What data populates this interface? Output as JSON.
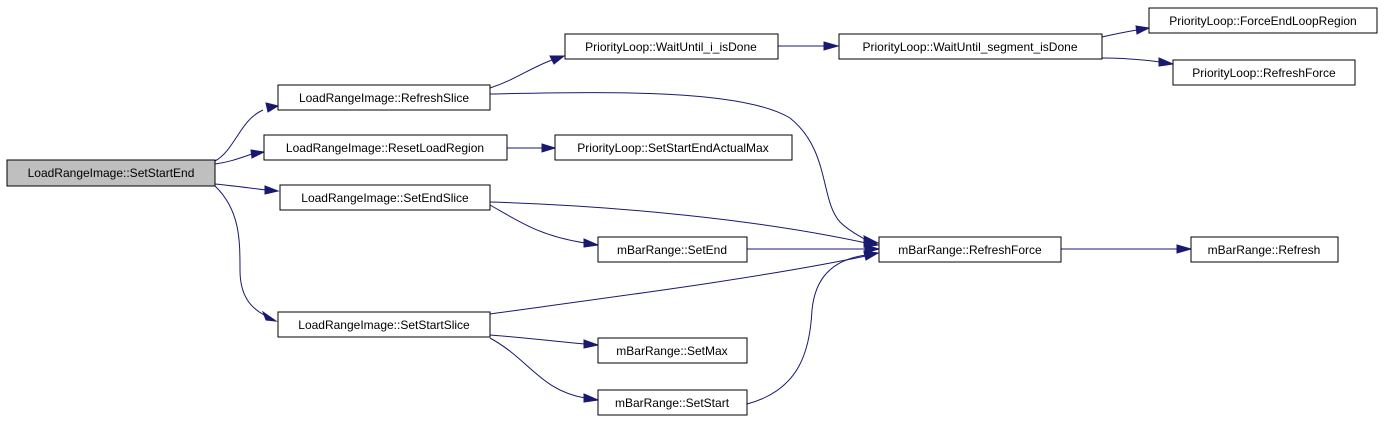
{
  "colors": {
    "node_fill": "#ffffff",
    "root_fill": "#bfbfbf",
    "edge": "#191970"
  },
  "nodes": {
    "set_start_end": "LoadRangeImage::SetStartEnd",
    "refresh_slice": "LoadRangeImage::RefreshSlice",
    "reset_load_region": "LoadRangeImage::ResetLoadRegion",
    "set_end_slice": "LoadRangeImage::SetEndSlice",
    "set_start_slice": "LoadRangeImage::SetStartSlice",
    "wait_until_i_is_done": "PriorityLoop::WaitUntil_i_isDone",
    "wait_until_segment_is_done": "PriorityLoop::WaitUntil_segment_isDone",
    "force_end_loop_region": "PriorityLoop::ForceEndLoopRegion",
    "priority_refresh_force": "PriorityLoop::RefreshForce",
    "set_start_end_actual_max": "PriorityLoop::SetStartEndActualMax",
    "set_end": "mBarRange::SetEnd",
    "bar_refresh_force": "mBarRange::RefreshForce",
    "bar_refresh": "mBarRange::Refresh",
    "set_max": "mBarRange::SetMax",
    "set_start": "mBarRange::SetStart"
  },
  "edges": [
    [
      "set_start_end",
      "refresh_slice"
    ],
    [
      "set_start_end",
      "reset_load_region"
    ],
    [
      "set_start_end",
      "set_end_slice"
    ],
    [
      "set_start_end",
      "set_start_slice"
    ],
    [
      "refresh_slice",
      "wait_until_i_is_done"
    ],
    [
      "refresh_slice",
      "bar_refresh_force"
    ],
    [
      "wait_until_i_is_done",
      "wait_until_segment_is_done"
    ],
    [
      "wait_until_segment_is_done",
      "force_end_loop_region"
    ],
    [
      "wait_until_segment_is_done",
      "priority_refresh_force"
    ],
    [
      "reset_load_region",
      "set_start_end_actual_max"
    ],
    [
      "set_end_slice",
      "bar_refresh_force"
    ],
    [
      "set_end_slice",
      "set_end"
    ],
    [
      "set_end",
      "bar_refresh_force"
    ],
    [
      "bar_refresh_force",
      "bar_refresh"
    ],
    [
      "set_start_slice",
      "bar_refresh_force"
    ],
    [
      "set_start_slice",
      "set_max"
    ],
    [
      "set_start_slice",
      "set_start"
    ],
    [
      "set_start",
      "bar_refresh_force"
    ]
  ]
}
